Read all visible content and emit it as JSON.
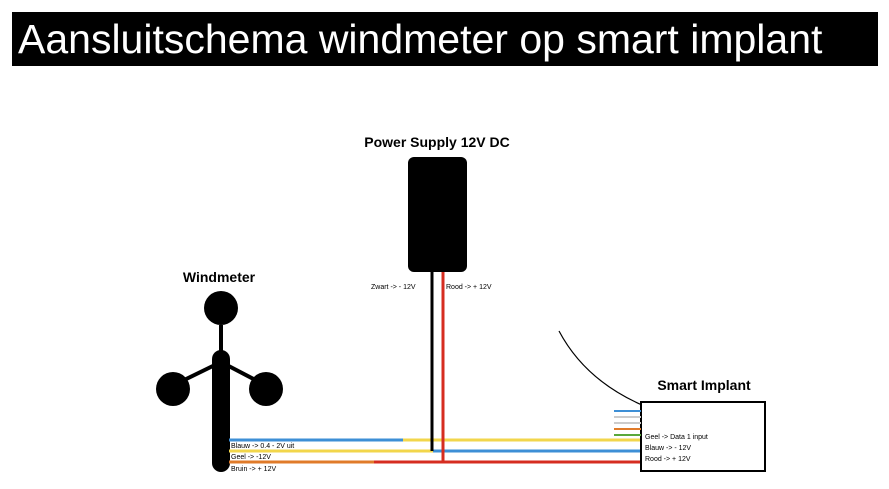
{
  "title": "Aansluitschema windmeter op smart implant",
  "power_supply": {
    "label": "Power Supply 12V DC",
    "wire_black_label": "Zwart  -> - 12V",
    "wire_red_label": "Rood -> + 12V"
  },
  "windmeter": {
    "label": "Windmeter",
    "wire_labels": [
      "Blauw -> 0.4 - 2V uit",
      "Geel -> -12V",
      "Bruin -> + 12V"
    ]
  },
  "smart_implant": {
    "label": "Smart Implant",
    "wire_labels": [
      "Geel   -> Data 1 input",
      "Blauw  -> - 12V",
      "Rood -> + 12V"
    ]
  },
  "colors": {
    "blue": "#3d8fd6",
    "yellow": "#f2d64b",
    "orange": "#e07b2a",
    "red": "#d62d20",
    "green": "#5aa83a",
    "black": "#000000"
  }
}
